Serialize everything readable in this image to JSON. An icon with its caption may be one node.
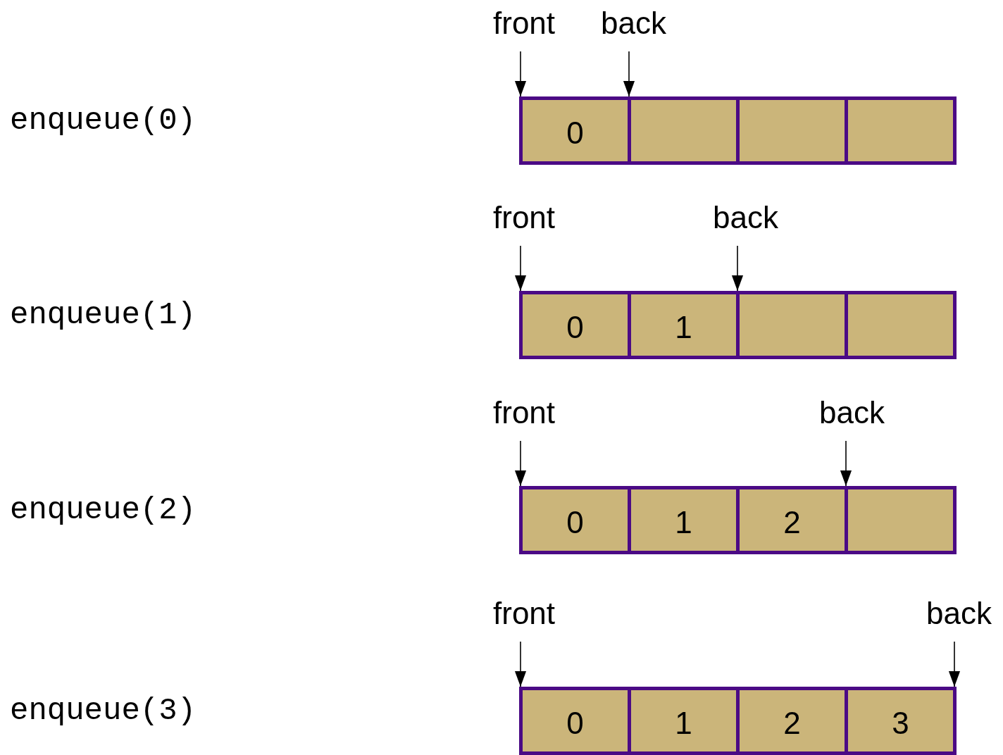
{
  "diagram": {
    "nodes": [
      {
        "text": [
          "front"
        ]
      },
      {
        "text": [
          "back"
        ]
      },
      {
        "text": [
          "0"
        ]
      },
      {
        "text": [],
        "shape": "box"
      },
      {
        "text": [],
        "shape": "box"
      },
      {
        "text": [],
        "shape": "box"
      },
      {
        "text": [
          "front"
        ]
      },
      {
        "text": [
          "back"
        ]
      },
      {
        "text": [
          "0"
        ]
      },
      {
        "text": [
          "1"
        ]
      },
      {
        "text": [],
        "shape": "box"
      },
      {
        "text": [],
        "shape": "box"
      },
      {
        "text": [
          "front"
        ]
      },
      {
        "text": [
          "back"
        ]
      },
      {
        "text": [
          "0"
        ]
      },
      {
        "text": [
          "1"
        ]
      },
      {
        "text": [
          "2"
        ]
      },
      {
        "text": [],
        "shape": "box"
      },
      {
        "text": [
          "front"
        ]
      },
      {
        "text": [
          "back"
        ]
      },
      {
        "text": [
          "0"
        ]
      },
      {
        "text": [
          "1"
        ]
      },
      {
        "text": [
          "2"
        ]
      },
      {
        "text": [
          "3"
        ]
      }
    ],
    "edges": [
      {
        "from": 0,
        "to": 2,
        "arrow": "to"
      },
      {
        "from": 1,
        "to": 3,
        "arrow": "to"
      },
      {
        "from": 6,
        "to": 8,
        "arrow": "to"
      },
      {
        "from": 7,
        "to": 10,
        "arrow": "to"
      },
      {
        "from": 12,
        "to": 14,
        "arrow": "to"
      },
      {
        "from": 13,
        "to": 17,
        "arrow": "to"
      },
      {
        "from": 18,
        "to": 20,
        "arrow": "to"
      },
      {
        "from": 19,
        "to": 23,
        "arrow": "to"
      }
    ],
    "labels": [
      "enqueue(0)",
      "enqueue(1)",
      "enqueue(2)",
      "enqueue(3)"
    ]
  }
}
